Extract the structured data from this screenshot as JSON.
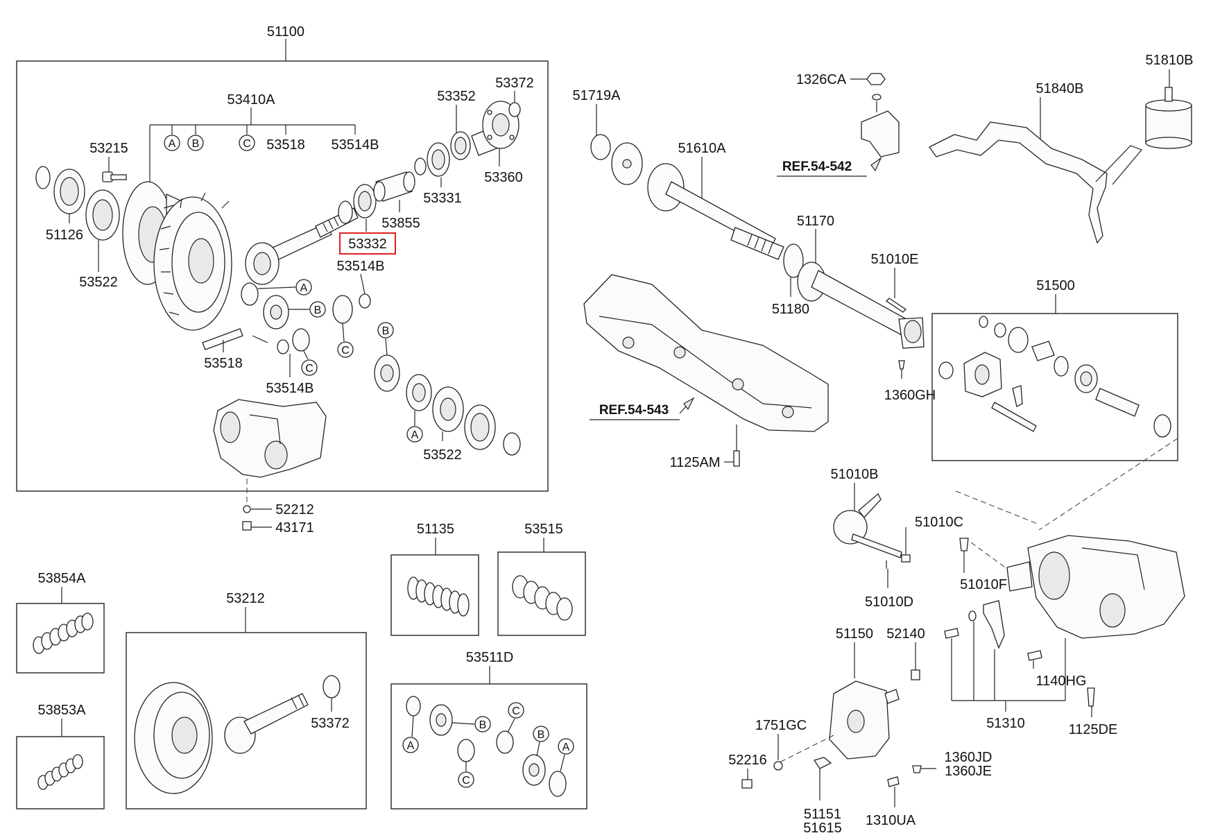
{
  "colors": {
    "highlight": "#e02020",
    "line": "#222222",
    "background": "#ffffff"
  },
  "highlighted_part": "53332",
  "labels": {
    "p51100": "51100",
    "p53410A": "53410A",
    "p53215": "53215",
    "p53518_top": "53518",
    "p53514B_top": "53514B",
    "p53352": "53352",
    "p53372_top": "53372",
    "p53360": "53360",
    "p53331": "53331",
    "p53855": "53855",
    "p53332": "53332",
    "p51126": "51126",
    "p53522_left": "53522",
    "p53514B_mid": "53514B",
    "p53518_mid": "53518",
    "p53514B_low": "53514B",
    "p53522_low": "53522",
    "p52212": "52212",
    "p43171": "43171",
    "p51135": "51135",
    "p53515": "53515",
    "p53854A": "53854A",
    "p53212": "53212",
    "p53372_box": "53372",
    "p53853A": "53853A",
    "p53511D": "53511D",
    "p51719A": "51719A",
    "p51610A": "51610A",
    "p1326CA": "1326CA",
    "ref54542": "REF.54-542",
    "p51840B": "51840B",
    "p51810B": "51810B",
    "p51170": "51170",
    "p51010E": "51010E",
    "p51180": "51180",
    "p51500": "51500",
    "p1360GH": "1360GH",
    "ref54543": "REF.54-543",
    "p1125AM": "1125AM",
    "p51010B": "51010B",
    "p51010C": "51010C",
    "p51010D": "51010D",
    "p51010F": "51010F",
    "p51150": "51150",
    "p52140": "52140",
    "p1140HG": "1140HG",
    "p1751GC": "1751GC",
    "p51310": "51310",
    "p1125DE": "1125DE",
    "p52216": "52216",
    "p1360JD": "1360JD",
    "p1360JE": "1360JE",
    "p51151": "51151",
    "p51615": "51615",
    "p1310UA": "1310UA"
  },
  "circle_letters": {
    "a": "A",
    "b": "B",
    "c": "C"
  }
}
